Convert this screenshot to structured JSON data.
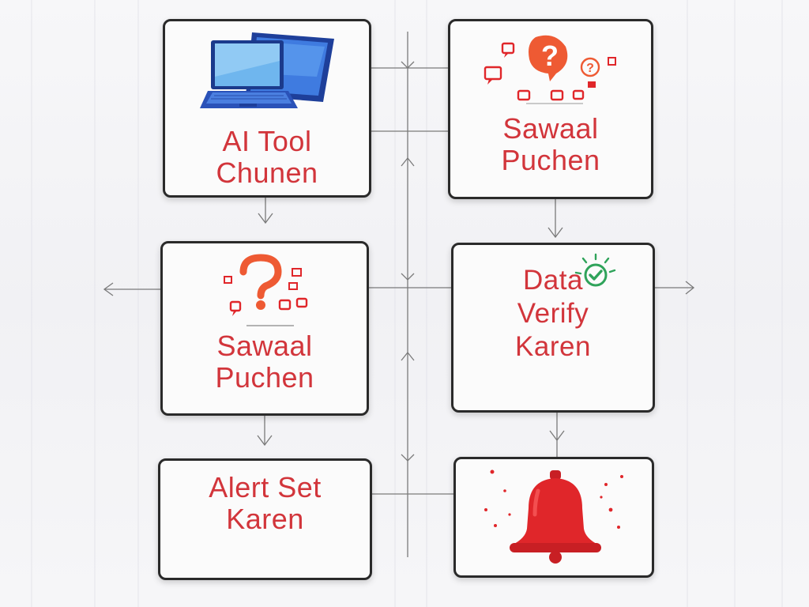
{
  "diagram": {
    "cards": [
      {
        "id": "ai-tool",
        "label": "AI Tool\nChunen",
        "icon": "laptop-icon"
      },
      {
        "id": "sawaal-top",
        "label": "Sawaal\nPuchen",
        "icon": "question-bubbles-icon"
      },
      {
        "id": "sawaal-mid",
        "label": "Sawaal\nPuchen",
        "icon": "question-bubbles-icon"
      },
      {
        "id": "data-verify",
        "label": "Data\nVerify\nKaren",
        "icon": "check-badge-icon"
      },
      {
        "id": "alert-set",
        "label": "Alert Set\nKaren",
        "icon": ""
      },
      {
        "id": "bell",
        "label": "",
        "icon": "bell-icon"
      }
    ]
  },
  "colors": {
    "label_red": "#d2353b",
    "border": "#2a2a2a",
    "check_green": "#2fa35a",
    "bell_red": "#e0262a",
    "laptop_blue": "#2d5fd3"
  }
}
